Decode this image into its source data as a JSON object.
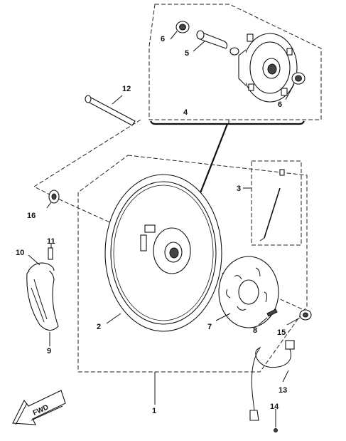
{
  "diagram": {
    "labels": {
      "p1": "1",
      "p2": "2",
      "p3": "3",
      "p4": "4",
      "p5": "5",
      "p6a": "6",
      "p6b": "6",
      "p7": "7",
      "p8": "8",
      "p9": "9",
      "p10": "10",
      "p11": "11",
      "p12": "12",
      "p13": "13",
      "p14": "14",
      "p15": "15",
      "p16": "16"
    },
    "fwd_label": "FWD"
  }
}
